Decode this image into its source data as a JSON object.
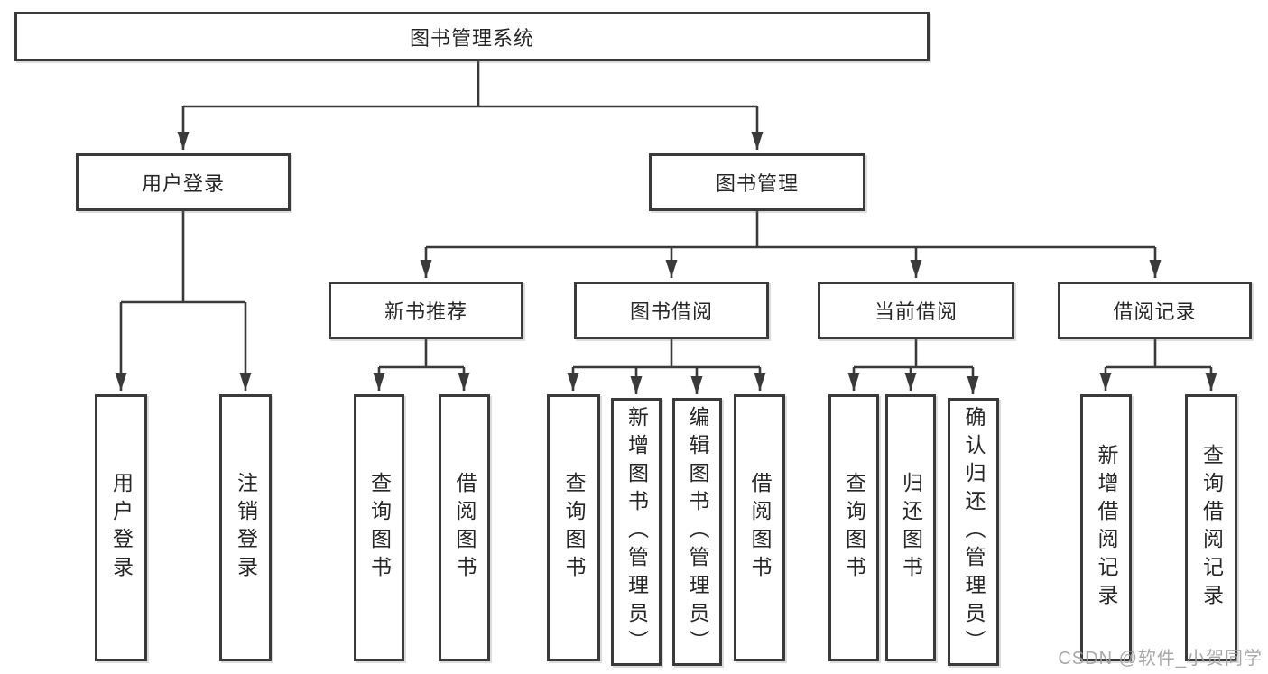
{
  "colors": {
    "background": "#ffffff",
    "line": "#3a3a3a",
    "box_border": "#3a3a3a",
    "text": "#262626",
    "watermark": "#9e9e9e"
  },
  "watermark": "CSDN @软件_小贺同学",
  "tree": {
    "root": "图书管理系统",
    "branches": [
      {
        "label": "用户登录",
        "leaves": [
          "用户登录",
          "注销登录"
        ]
      },
      {
        "label": "图书管理",
        "sections": [
          {
            "label": "新书推荐",
            "leaves": [
              "查询图书",
              "借阅图书"
            ]
          },
          {
            "label": "图书借阅",
            "leaves": [
              "查询图书",
              "新增图书（管理员）",
              "编辑图书（管理员）",
              "借阅图书"
            ]
          },
          {
            "label": "当前借阅",
            "leaves": [
              "查询图书",
              "归还图书",
              "确认归还（管理员）"
            ]
          },
          {
            "label": "借阅记录",
            "leaves": [
              "新增借阅记录",
              "查询借阅记录"
            ]
          }
        ]
      }
    ]
  }
}
